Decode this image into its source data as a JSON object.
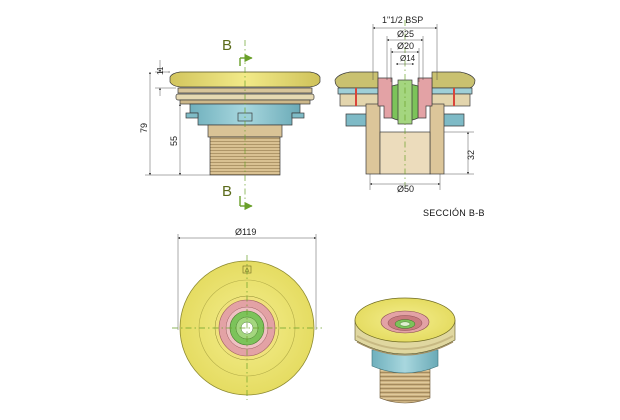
{
  "labels": {
    "section_top": "B",
    "section_bottom": "B",
    "section_caption": "SECCIÓN B-B",
    "thread": "1\"1/2 BSP",
    "dia_25": "Ø25",
    "dia_20": "Ø20",
    "dia_14": "Ø14",
    "dia_50": "Ø50",
    "dia_119": "Ø119",
    "dim_11": "11",
    "dim_79": "79",
    "dim_55": "55",
    "dim_32": "32"
  },
  "colors": {
    "flange_yellow": "#efe87c",
    "body_tan": "#d9c396",
    "thread_tan": "#c9b07e",
    "ring_blue": "#8fc6cf",
    "nozzle_pink": "#e3a2a5",
    "nozzle_green": "#7cc35a",
    "section_red": "#d9453a",
    "axis_green": "#6aa02a",
    "arrow_green": "#6aa02a"
  }
}
